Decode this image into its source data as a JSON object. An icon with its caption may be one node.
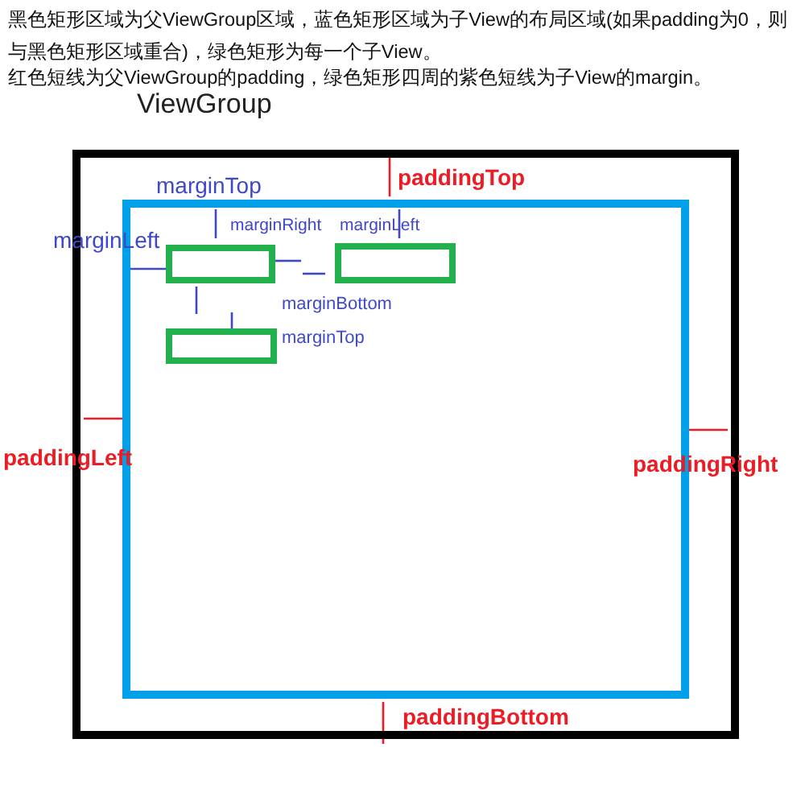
{
  "diagram": {
    "nodes": [
      {
        "text": [
          "ViewGroup"
        ]
      },
      {
        "text": [],
        "shape": "box",
        "in": 0
      },
      {
        "text": [],
        "shape": "box",
        "in": 1
      },
      {
        "text": [],
        "shape": "box",
        "in": 1
      },
      {
        "text": [],
        "shape": "box",
        "in": 1
      }
    ],
    "edges": [],
    "labels": [
      "黑色矩形区域为父ViewGroup区域，蓝色矩形区域为子View的布局区域(如果padding为0，则与黑色矩形区域重合)，绿色矩形为每一个子View。",
      "红色短线为父ViewGroup的padding，绿色矩形四周的紫色短线为子View的margin。",
      "paddingTop",
      "marginTop",
      "marginRight",
      "marginLeft",
      "marginLeft",
      "marginBottom",
      "marginTop",
      "paddingLeft",
      "paddingRight",
      "paddingBottom"
    ]
  }
}
